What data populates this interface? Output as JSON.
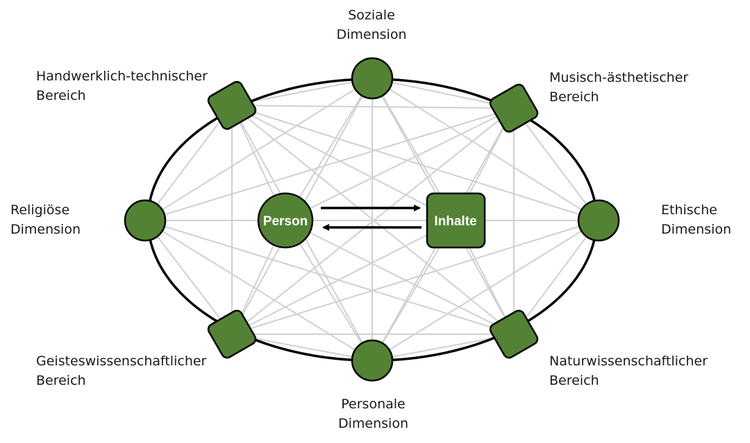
{
  "colors": {
    "node_fill": "#548235",
    "node_stroke": "#000000",
    "ellipse_stroke": "#000000",
    "web_lines": "#d0d0d0",
    "center_text": "#ffffff"
  },
  "center": {
    "person": "Person",
    "inhalte": "Inhalte"
  },
  "labels": {
    "soziale": {
      "line1": "Soziale",
      "line2": "Dimension"
    },
    "personale": {
      "line1": "Personale",
      "line2": "Dimension"
    },
    "religioese": {
      "line1": "Religiöse",
      "line2": "Dimension"
    },
    "ethische": {
      "line1": "Ethische",
      "line2": "Dimension"
    },
    "handwerklich": {
      "line1": "Handwerklich-technischer",
      "line2": "Bereich"
    },
    "musisch": {
      "line1": "Musisch-ästhetischer",
      "line2": "Bereich"
    },
    "geistes": {
      "line1": "Geisteswissenschaftlicher",
      "line2": "Bereich"
    },
    "natur": {
      "line1": "Naturwissenschaftlicher",
      "line2": "Bereich"
    }
  }
}
